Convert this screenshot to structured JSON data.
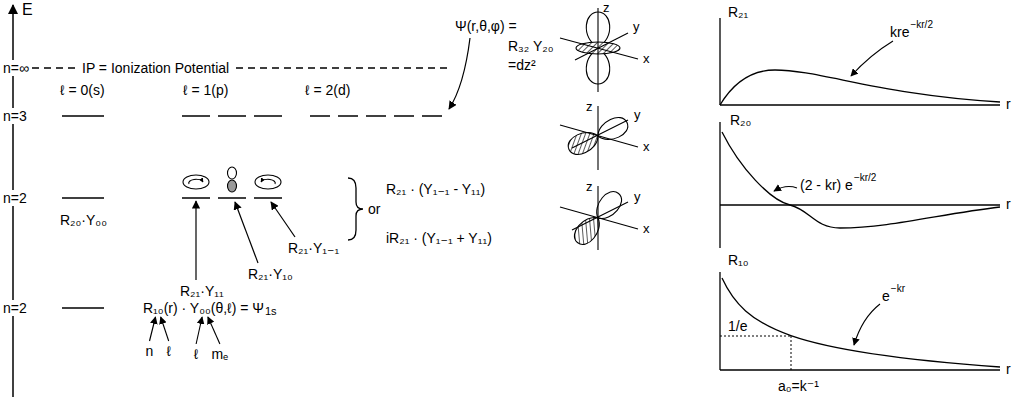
{
  "diagram": {
    "labels": [
      "E",
      "n=∞",
      "IP = Ionization Potential",
      "Ψ(r,θ,φ) =",
      "R₃₂ Y₂₀",
      "=dz²",
      "z",
      "y",
      "x",
      "R₂₁",
      "kre",
      "−kr/2",
      "r",
      "ℓ = 0(s)",
      "ℓ = 1(p)",
      "ℓ = 2(d)",
      "n=3",
      "z",
      "y",
      "x",
      "R₂₀",
      "(2 - kr) e",
      "−kr/2",
      "n=2",
      "R₂₁ · (Y₁₋₁ - Y₁₁)",
      "or",
      "R₂₀·Y₀₀",
      "z",
      "y",
      "x",
      "r",
      "iR₂₁ · (Y₁₋₁ + Y₁₁)",
      "R₂₁·Y₁₋₁",
      "R₁₀",
      "R₂₁·Y₁₀",
      "R₂₁·Y₁₁",
      "e",
      "−kr",
      "n=2",
      "R₁₀(r) · Y₀₀(θ,ℓ) = Ψ",
      "1s",
      "1/e",
      "n",
      "ℓ",
      "ℓ",
      "mₑ",
      "r",
      "a₀=k⁻¹"
    ]
  }
}
